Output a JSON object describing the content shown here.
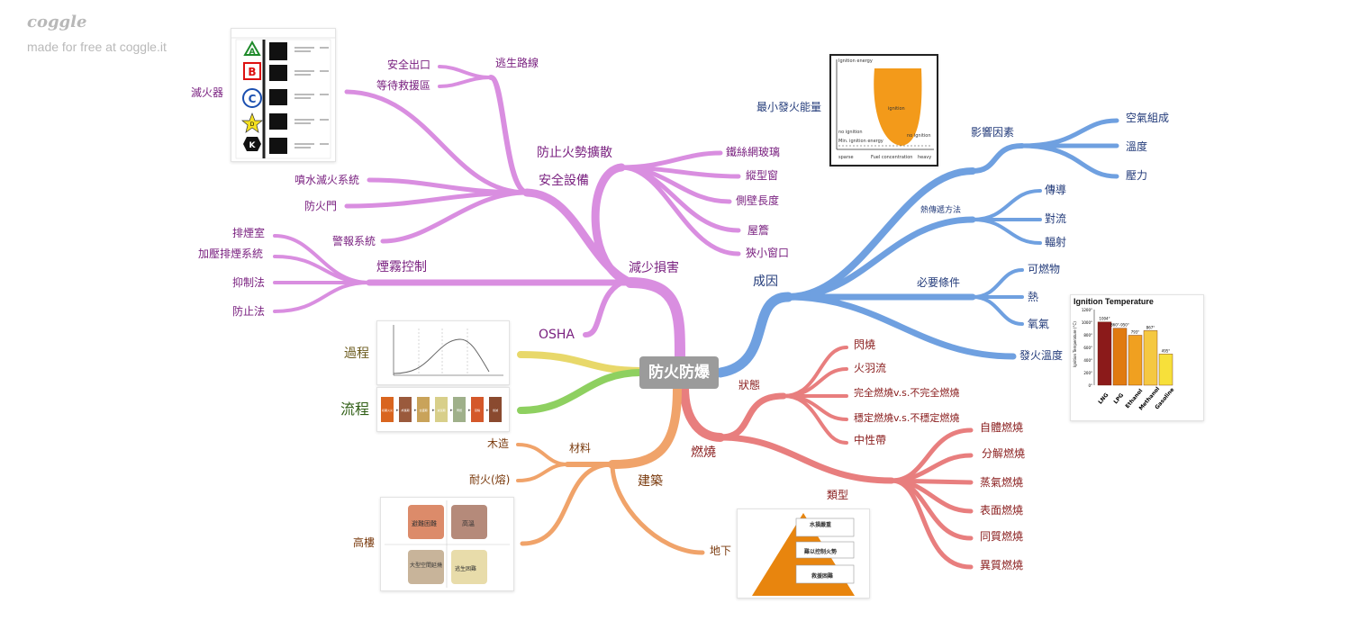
{
  "header": {
    "logo": "coggle",
    "tagline": "made for free at coggle.it"
  },
  "root": "防火防爆",
  "nodes": {
    "reduce": "減少損害",
    "prevent_spread": "防止火勢擴散",
    "safety_equipment": "安全設備",
    "escape_route": "逃生路線",
    "safety_exit": "安全出口",
    "rescue_area": "等待救援區",
    "extinguisher": "滅火器",
    "sprinkler": "噴水滅火系統",
    "fire_door": "防火門",
    "alarm": "警報系統",
    "wire_glass": "鐵絲網玻璃",
    "vertical_window": "縱型窗",
    "side_wall": "側壁長度",
    "eaves": "屋簷",
    "narrow_window": "狹小窗口",
    "smoke_control": "煙霧控制",
    "smoke_room": "排煙室",
    "pressurized_smoke": "加壓排煙系統",
    "suppression": "抑制法",
    "prevention": "防止法",
    "osha": "OSHA",
    "process1": "過程",
    "process2": "流程",
    "building": "建築",
    "material": "材料",
    "wood": "木造",
    "fire_resistant": "耐火(熔)",
    "high_rise": "高樓",
    "underground": "地下",
    "cause": "成因",
    "factors": "影響因素",
    "air": "空氣組成",
    "temperature": "溫度",
    "pressure": "壓力",
    "heat_transfer": "熱傳遞方法",
    "conduction": "傳導",
    "convection": "對流",
    "radiation": "輻射",
    "conditions": "必要條件",
    "combustible": "可燃物",
    "heat": "熱",
    "oxygen": "氧氣",
    "ignition_temp": "發火溫度",
    "min_energy": "最小發火能量",
    "combustion": "燃燒",
    "state": "狀態",
    "flash_burn": "閃燒",
    "flame": "火羽流",
    "complete": "完全燃燒v.s.不完全燃燒",
    "stable": "穩定燃燒v.s.不穩定燃燒",
    "neutral": "中性帶",
    "types": "類型",
    "self_burn": "自體燃燒",
    "decomp": "分解燃燒",
    "evap": "蒸氣燃燒",
    "surface": "表面燃燒",
    "homo": "同質燃燒",
    "hetero": "異質燃燒"
  },
  "images": {
    "ignition_energy": {
      "ylabel": "Ignition energy",
      "inside": "ignition",
      "left_low": "no ignition",
      "right_low": "no ignition",
      "min_line": "Min. ignition energy",
      "x_left": "sparse",
      "x_mid": "Fuel concentration",
      "x_right": "heavy"
    },
    "ignition_temperature": {
      "title": "Ignition Temperature",
      "ylabel": "Ignition Temperature (°C)",
      "bar_labels": [
        "1004°",
        "860°-950°",
        "793°",
        "867°",
        "495°"
      ],
      "categories": [
        "LNG",
        "LPG",
        "Ethanol",
        "Methanol",
        "Gasoline"
      ],
      "values": [
        1004,
        905,
        793,
        867,
        495
      ],
      "ticks": [
        "1200°",
        "1000°",
        "800°",
        "600°",
        "400°",
        "200°",
        "0°"
      ],
      "colors": [
        "#8b1a1a",
        "#e07a10",
        "#f0a020",
        "#f5c842",
        "#f7e03a"
      ]
    },
    "extinguisher_classes": {
      "letters": [
        "A",
        "B",
        "C",
        "D",
        "K"
      ]
    },
    "high_rise_grid": {
      "cells": [
        "避難困難",
        "高溫",
        "大型空間延燒",
        "逃生困難"
      ]
    },
    "underground_pyramid": {
      "rows": [
        "水損嚴重",
        "難以控制火勢",
        "救援困難"
      ]
    },
    "process_steps": {
      "steps": [
        "初期火災",
        "成長期",
        "全盛期",
        "減衰期",
        "閃燃",
        "延燒",
        "熄滅"
      ]
    }
  },
  "colors": {
    "purple": "#d98ee0",
    "blue": "#6fa0e0",
    "red": "#e87e7e",
    "orange": "#f0a36a",
    "yellow": "#e8d86a",
    "green": "#8ed060",
    "root": "#9b9b9b"
  }
}
